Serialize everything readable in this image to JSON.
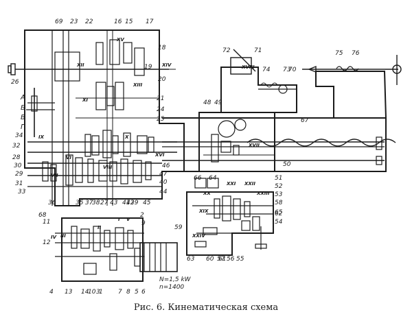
{
  "caption": "Рис. 6. Кинематическая схема",
  "motor": {
    "power": "N=1,5 kW",
    "speed": "n=1400"
  },
  "letter_labels": [
    "А",
    "Б",
    "В",
    "Г"
  ],
  "shaft_labels": {
    "I": "I",
    "II": "II",
    "III": "III",
    "IV": "IV",
    "V": "V",
    "VI": "VI",
    "VII": "VII",
    "VIII": "VIII",
    "IX": "IX",
    "X": "X",
    "XI": "XI",
    "XII": "XII",
    "XIII": "XIII",
    "XIV": "XIV",
    "XV": "XV",
    "XVI": "XVI",
    "XVII": "XVII",
    "XVIII": "XVIII",
    "XIX": "XIX",
    "XX": "XX",
    "XXI": "XXI",
    "XXII": "XXII",
    "XXIII": "XXIII",
    "XXIV": "XXIV"
  },
  "part_numbers": [
    "1",
    "2",
    "3",
    "4",
    "5",
    "6",
    "7",
    "8",
    "9",
    "10",
    "11",
    "12",
    "13",
    "14",
    "15",
    "16",
    "17",
    "18",
    "19",
    "20",
    "21",
    "22",
    "23",
    "24",
    "25",
    "26",
    "27",
    "28",
    "29",
    "30",
    "31",
    "32",
    "33",
    "34",
    "35",
    "36",
    "37",
    "38",
    "39",
    "40",
    "41",
    "42",
    "43",
    "44",
    "45",
    "46",
    "47",
    "48",
    "49",
    "50",
    "51",
    "52",
    "53",
    "54",
    "55",
    "56",
    "57",
    "58",
    "59",
    "60",
    "61",
    "62",
    "63",
    "64",
    "65",
    "66",
    "67",
    "68",
    "69",
    "70",
    "71",
    "72",
    "73",
    "74",
    "75",
    "76"
  ]
}
